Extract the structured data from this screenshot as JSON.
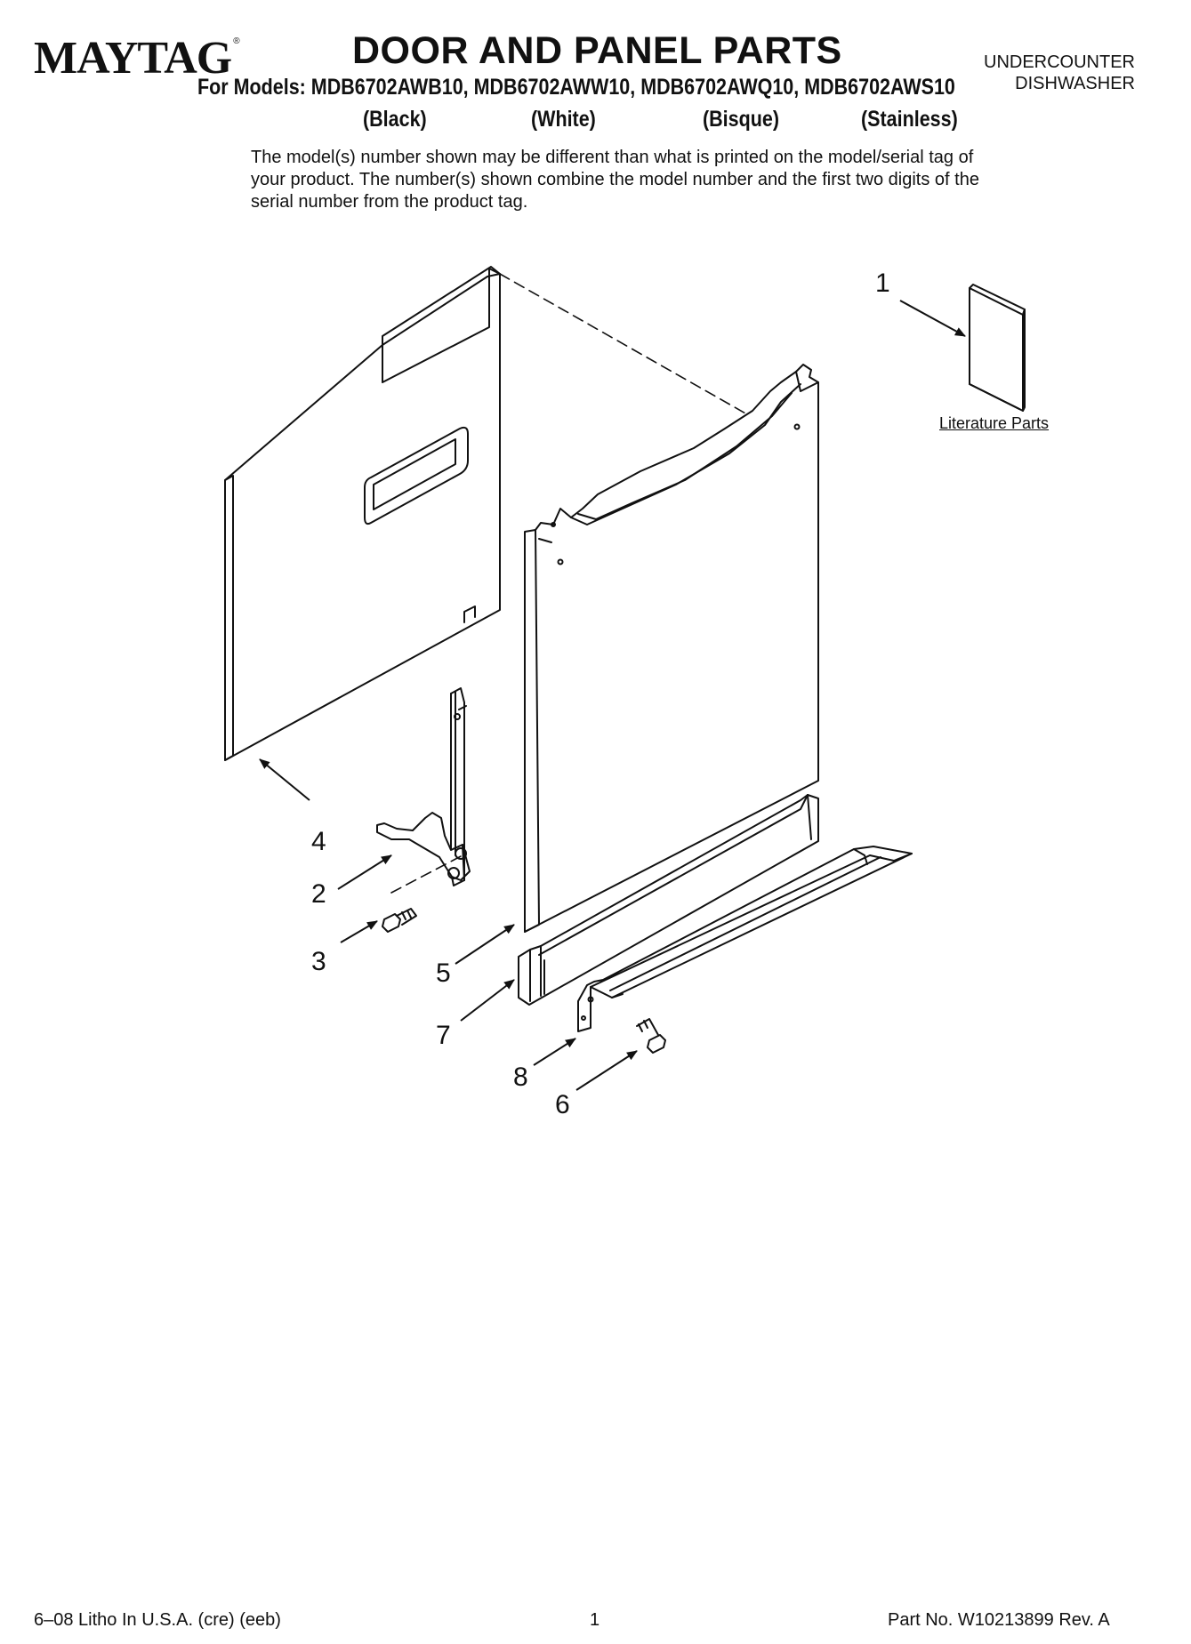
{
  "header": {
    "brand": "MAYTAG",
    "brand_mark": "®",
    "title": "DOOR AND PANEL PARTS",
    "category_line1": "UNDERCOUNTER",
    "category_line2": "DISHWASHER",
    "models_line": "For Models: MDB6702AWB10, MDB6702AWW10, MDB6702AWQ10, MDB6702AWS10",
    "colors": [
      "(Black)",
      "(White)",
      "(Bisque)",
      "(Stainless)"
    ],
    "note": "The model(s) number shown may be different than what is printed on the model/serial tag of your product. The number(s) shown combine the model number and the first two digits of the serial number from the product tag."
  },
  "diagram": {
    "literature_label": "Literature Parts",
    "part_numbers": [
      "1",
      "2",
      "3",
      "4",
      "5",
      "6",
      "7",
      "8"
    ]
  },
  "footer": {
    "left": "6–08 Litho In U.S.A. (cre) (eeb)",
    "page": "1",
    "right": "Part No. W10213899 Rev. A"
  }
}
